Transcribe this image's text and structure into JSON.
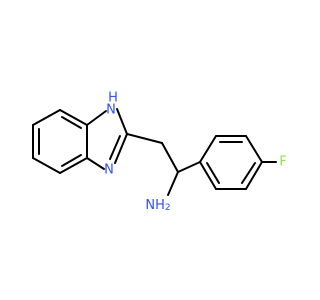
{
  "molecule": {
    "atoms": {
      "nh": "H",
      "n_top": "N",
      "n_bottom": "N",
      "amine": "NH",
      "amine_sub": "2",
      "fluorine": "F"
    },
    "colors": {
      "nitrogen": "#3050F8",
      "fluorine": "#90E050",
      "bond": "#000000",
      "background": "#ffffff"
    }
  }
}
